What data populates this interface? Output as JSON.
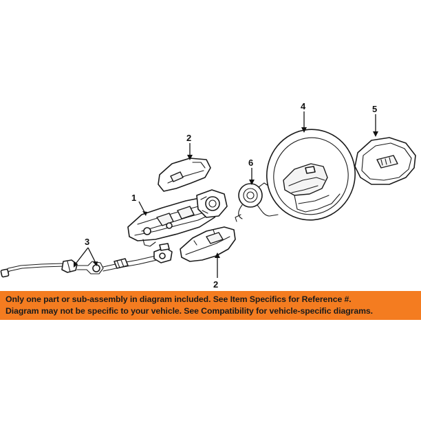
{
  "callouts": [
    {
      "id": "part-1",
      "label": "1"
    },
    {
      "id": "part-2-top",
      "label": "2"
    },
    {
      "id": "part-2-bottom",
      "label": "2"
    },
    {
      "id": "part-3",
      "label": "3"
    },
    {
      "id": "part-4",
      "label": "4"
    },
    {
      "id": "part-5",
      "label": "5"
    },
    {
      "id": "part-6",
      "label": "6"
    }
  ],
  "notice": {
    "line1": "Only one part or sub-assembly in diagram included. See Item Specifics for Reference #.",
    "line2": "Diagram may not be specific to your vehicle. See Compatibility for vehicle-specific diagrams.",
    "background_color": "#f47c20",
    "text_color": "#1b1b1b"
  },
  "icons": {
    "steering_wheel": "steering-wheel-icon",
    "airbag": "airbag-module-icon",
    "clockspring": "clockspring-icon",
    "column": "steering-column-icon",
    "shroud": "column-shroud-icon",
    "shaft": "intermediate-shaft-icon"
  }
}
